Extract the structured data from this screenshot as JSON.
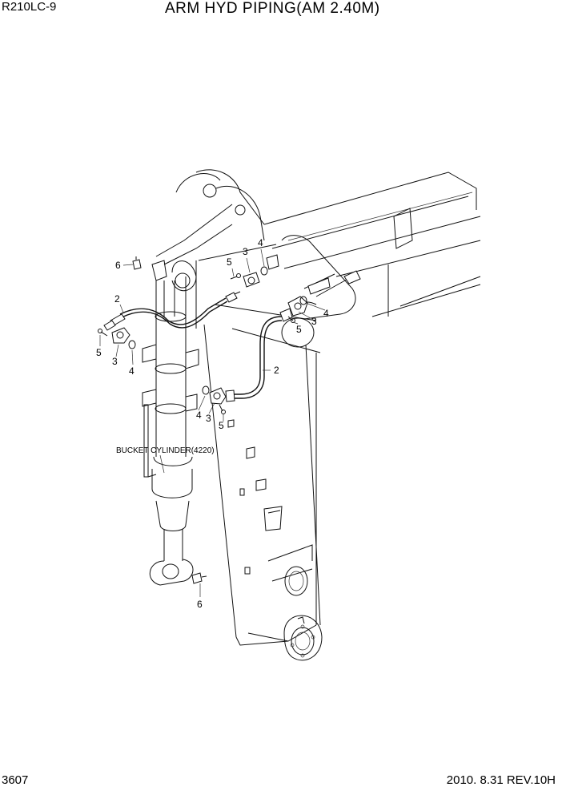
{
  "header": {
    "model": "R210LC-9",
    "title": "ARM HYD PIPING(AM 2.40M)"
  },
  "footer": {
    "page_number": "3607",
    "revision": "2010. 8.31  REV.10H"
  },
  "callouts": {
    "c1": "6",
    "c2": "2",
    "c3": "5",
    "c4": "3",
    "c5": "4",
    "c6": "5",
    "c7": "3",
    "c8": "4",
    "c9": "4",
    "c10": "5",
    "c11": "3",
    "c12": "2",
    "c13": "4",
    "c14": "3",
    "c15": "5",
    "c16": "6"
  },
  "part_label": "BUCKET CYLINDER(4220)"
}
